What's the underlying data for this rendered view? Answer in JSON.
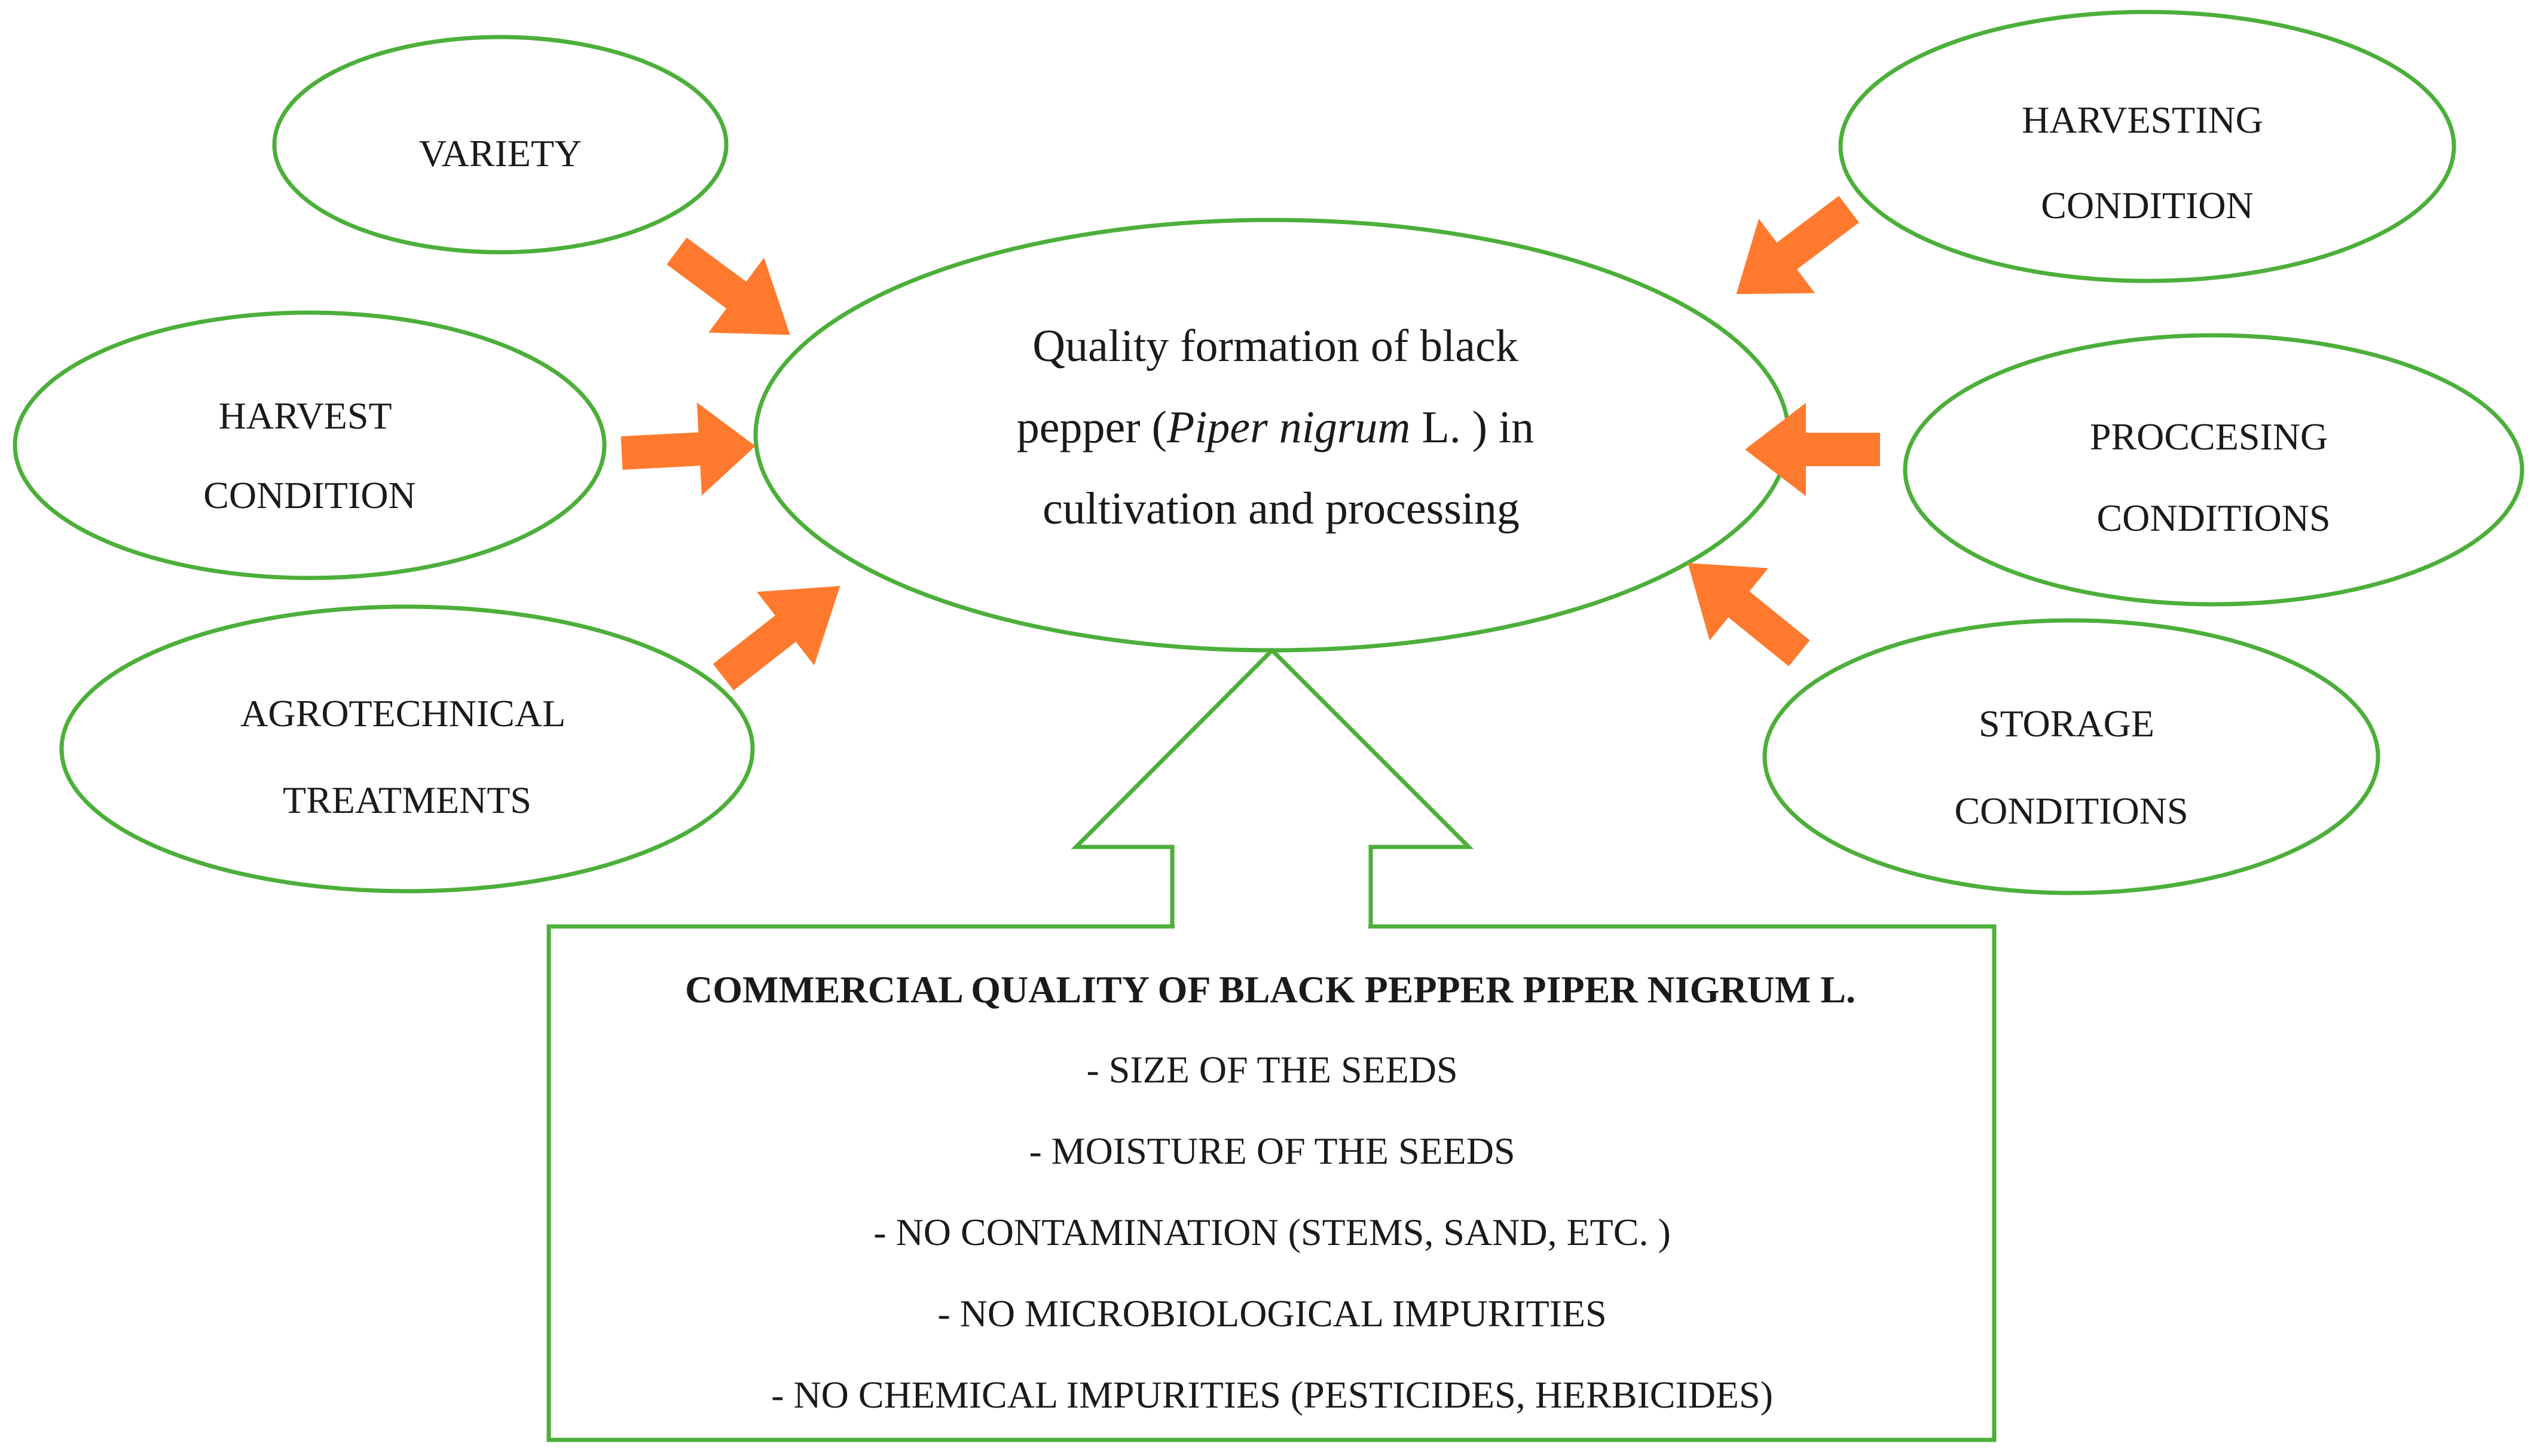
{
  "colors": {
    "outline": "#4caf3a",
    "arrow": "#ff7a2e",
    "text": "#1a1a1a",
    "background": "#ffffff"
  },
  "center": {
    "line1": "Quality formation of black",
    "line2_prefix": "pepper (",
    "line2_italic": "Piper nigrum",
    "line2_suffix": " L. ) in",
    "line3": "cultivation and processing"
  },
  "factors": {
    "variety": {
      "line1": "VARIETY"
    },
    "harvest_condition": {
      "line1": "HARVEST",
      "line2": "CONDITION"
    },
    "agrotechnical_treatments": {
      "line1": "AGROTECHNICAL",
      "line2": "TREATMENTS"
    },
    "harvesting_condition": {
      "line1": "HARVESTING",
      "line2": "CONDITION"
    },
    "processing_conditions": {
      "line1": "PROCCESING",
      "line2": "CONDITIONS"
    },
    "storage_conditions": {
      "line1": "STORAGE",
      "line2": "CONDITIONS"
    }
  },
  "commercial_quality": {
    "title": "COMMERCIAL QUALITY OF BLACK PEPPER PIPER NIGRUM L.",
    "items": [
      "- SIZE OF THE SEEDS",
      "- MOISTURE OF THE SEEDS",
      "- NO CONTAMINATION (STEMS, SAND, ETC. )",
      "- NO MICROBIOLOGICAL IMPURITIES",
      "- NO CHEMICAL IMPURITIES (PESTICIDES, HERBICIDES)"
    ]
  }
}
